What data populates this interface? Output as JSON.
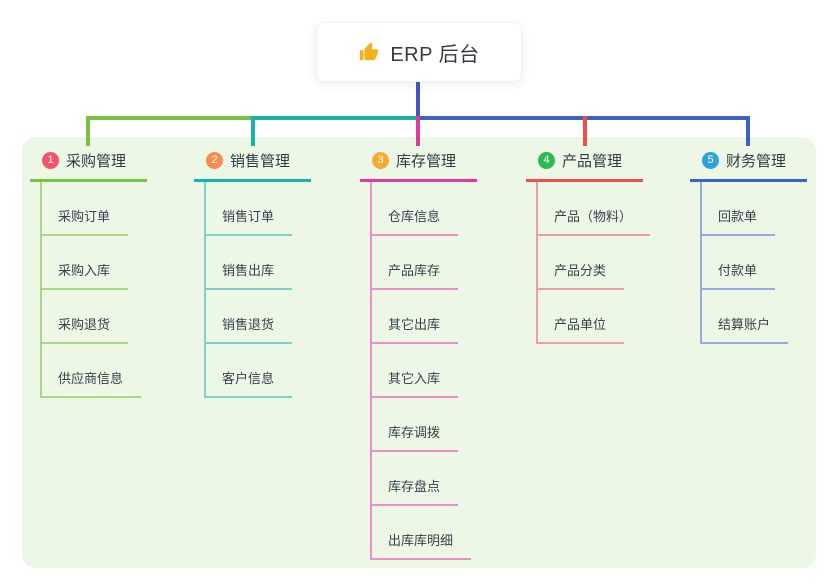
{
  "root": {
    "title": "ERP 后台",
    "icon": "thumbs-up-icon",
    "icon_color": "#f2b11c",
    "connector_color": "#4357c5"
  },
  "branches": [
    {
      "index": "1",
      "label": "采购管理",
      "badge_color": "#f4536b",
      "line_color": "#7ac143",
      "child_line_color": "#a9d787",
      "children": [
        "采购订单",
        "采购入库",
        "采购退货",
        "供应商信息"
      ]
    },
    {
      "index": "2",
      "label": "销售管理",
      "badge_color": "#fa8a4d",
      "line_color": "#16b3a6",
      "child_line_color": "#7fd2c8",
      "children": [
        "销售订单",
        "销售出库",
        "销售退货",
        "客户信息"
      ]
    },
    {
      "index": "3",
      "label": "库存管理",
      "badge_color": "#f9aa33",
      "line_color": "#e13a9d",
      "child_line_color": "#ef8ec6",
      "children": [
        "仓库信息",
        "产品库存",
        "其它出库",
        "其它入库",
        "库存调拨",
        "库存盘点",
        "出库库明细"
      ]
    },
    {
      "index": "4",
      "label": "产品管理",
      "badge_color": "#2eba52",
      "line_color": "#f34d50",
      "child_line_color": "#f59d9e",
      "children": [
        "产品（物料）",
        "产品分类",
        "产品单位"
      ]
    },
    {
      "index": "5",
      "label": "财务管理",
      "badge_color": "#2ba4dd",
      "line_color": "#3e62c4",
      "child_line_color": "#96aae1",
      "children": [
        "回款单",
        "付款单",
        "结算账户"
      ]
    }
  ],
  "colors": {
    "panel_bg": "#ecf7e6",
    "canvas_bg": "#ffffff",
    "header_text": "#333a45",
    "child_text": "#3a414d"
  }
}
